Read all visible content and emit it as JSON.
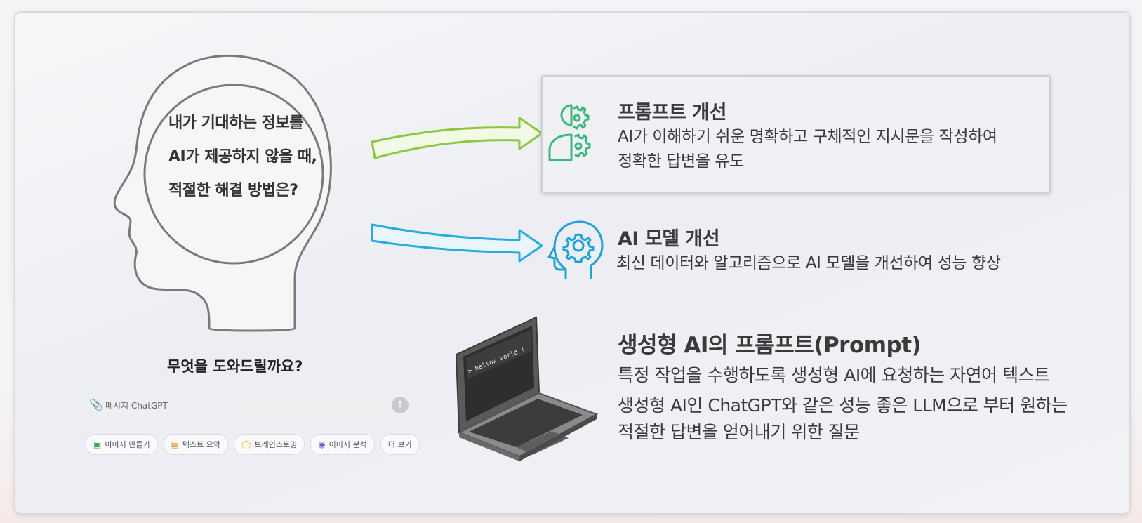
{
  "head": {
    "lines": [
      "내가 기대하는 정보를",
      "AI가 제공하지 않을 때,",
      "적절한 해결 방법은?"
    ]
  },
  "prompt_improve": {
    "title": "프롬프트 개선",
    "desc": [
      "AI가 이해하기 쉬운 명확하고 구체적인 지시문을 작성하여",
      "정확한 답변을 유도"
    ]
  },
  "model_improve": {
    "title": "AI 모델 개선",
    "desc": "최신 데이터와 알고리즘으로 AI 모델을 개선하여 성능 향상"
  },
  "definition": {
    "title": "생성형 AI의 프롬프트(Prompt)",
    "lines": [
      "특정 작업을 수행하도록 생성형 AI에 요청하는 자연어 텍스트",
      "생성형 AI인 ChatGPT와 같은 성능 좋은 LLM으로 부터 원하는",
      "적절한 답변을 얻어내기 위한 질문"
    ]
  },
  "laptop": {
    "screen_text": "> hellow world !"
  },
  "chat": {
    "question": "무엇을 도와드릴까요?",
    "placeholder": "메시지 ChatGPT",
    "chips": [
      {
        "label": "이미지 만들기",
        "icon": "image-icon",
        "color": "#3aa655"
      },
      {
        "label": "텍스트 요약",
        "icon": "document-icon",
        "color": "#e08a2c"
      },
      {
        "label": "브레인스토밍",
        "icon": "lightbulb-icon",
        "color": "#e0c02c"
      },
      {
        "label": "이미지 분석",
        "icon": "eye-icon",
        "color": "#6a5acd"
      },
      {
        "label": "더 보기",
        "icon": "",
        "color": ""
      }
    ]
  },
  "colors": {
    "green": "#8dc63f",
    "blue": "#29abe2",
    "icon_green": "#3bb77e",
    "icon_blue": "#1fa2d8"
  }
}
